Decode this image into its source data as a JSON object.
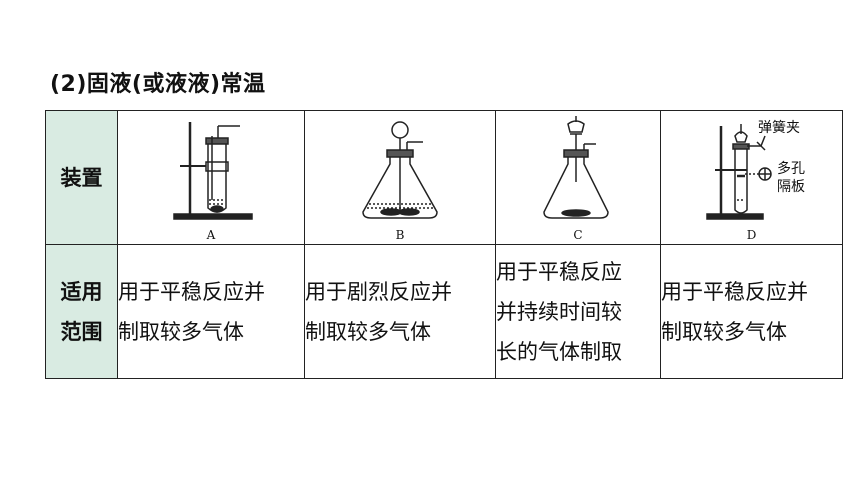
{
  "heading": "(2)固液(或液液)常温",
  "table": {
    "row1_header": "装置",
    "row2_header_line1": "适用",
    "row2_header_line2": "范围",
    "devices": [
      {
        "letter": "A"
      },
      {
        "letter": "B"
      },
      {
        "letter": "C"
      },
      {
        "letter": "D",
        "label_clamp": "弹簧夹",
        "label_plate_line1": "多孔",
        "label_plate_line2": "隔板"
      }
    ],
    "uses": [
      {
        "line1": "用于平稳反应并",
        "line2": "制取较多气体"
      },
      {
        "line1": "用于剧烈反应并",
        "line2": "制取较多气体"
      },
      {
        "line1": "用于平稳反应",
        "line2": "并持续时间较",
        "line3": "长的气体制取"
      },
      {
        "line1": "用于平稳反应并",
        "line2": "制取较多气体"
      }
    ]
  },
  "colors": {
    "header_bg": "#d9ebe2",
    "border": "#222222"
  }
}
